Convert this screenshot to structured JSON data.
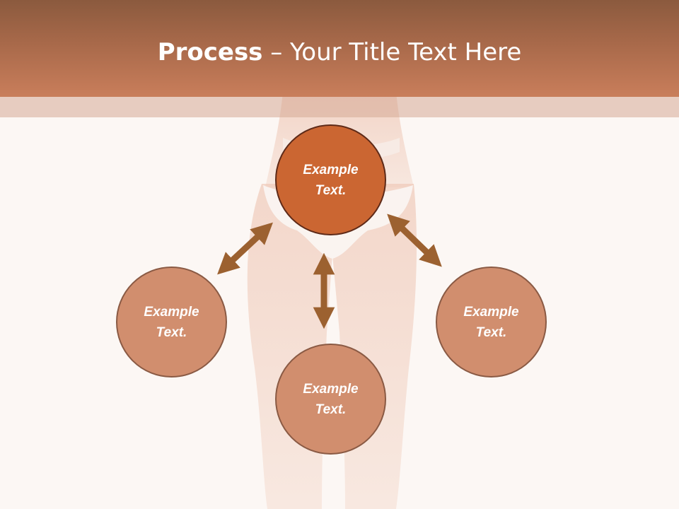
{
  "slide": {
    "title_bold": "Process",
    "title_rest": " – Your Title Text Here"
  },
  "nodes": {
    "top": {
      "line1": "Example",
      "line2": "Text."
    },
    "left": {
      "line1": "Example",
      "line2": "Text."
    },
    "right": {
      "line1": "Example",
      "line2": "Text."
    },
    "bottom": {
      "line1": "Example",
      "line2": "Text."
    }
  },
  "colors": {
    "header": "#b87050",
    "center_node": "#cb6632",
    "side_node": "#d18e6e",
    "arrow": "#9c6130",
    "background": "#fcf7f4"
  },
  "background_image": "faded-body-silhouette"
}
